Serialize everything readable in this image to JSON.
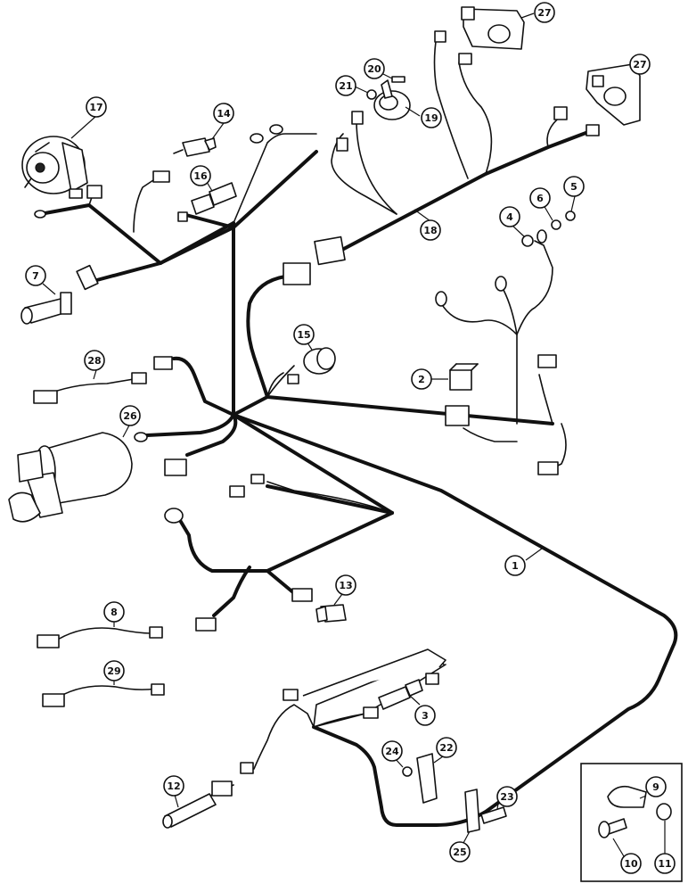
{
  "callouts": {
    "c1": "1",
    "c2": "2",
    "c3": "3",
    "c4": "4",
    "c5": "5",
    "c6": "6",
    "c7": "7",
    "c8": "8",
    "c9": "9",
    "c10": "10",
    "c11": "11",
    "c12": "12",
    "c13": "13",
    "c14": "14",
    "c15": "15",
    "c16": "16",
    "c17": "17",
    "c18": "18",
    "c19": "19",
    "c20": "20",
    "c21": "21",
    "c22": "22",
    "c23": "23",
    "c24": "24",
    "c25": "25",
    "c26": "26",
    "c27a": "27",
    "c27b": "27",
    "c28": "28",
    "c29": "29"
  }
}
